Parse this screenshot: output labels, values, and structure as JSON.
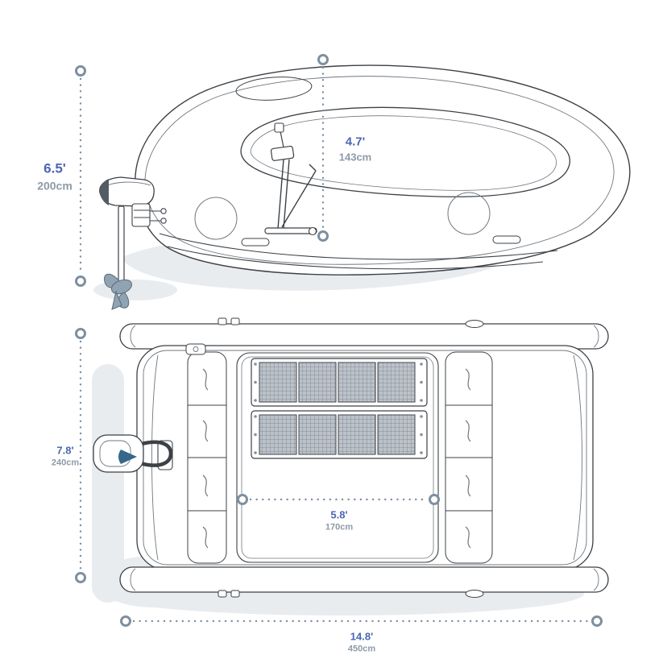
{
  "side_view": {
    "height_total": {
      "feet": "6.5'",
      "cm": "200cm"
    },
    "deck_height": {
      "feet": "4.7'",
      "cm": "143cm"
    }
  },
  "top_view": {
    "beam": {
      "feet": "7.8'",
      "cm": "240cm"
    },
    "inner_width": {
      "feet": "5.8'",
      "cm": "170cm"
    },
    "length": {
      "feet": "14.8'",
      "cm": "450cm"
    }
  },
  "colors": {
    "feet_label": "#4a68b2",
    "cm_label": "#8e9aa7",
    "dim": "#7e8fa0",
    "outline": "#3c4146",
    "outline_light": "#70777e",
    "shadow": "#e9ecef",
    "accent_teal": "#35678a"
  }
}
